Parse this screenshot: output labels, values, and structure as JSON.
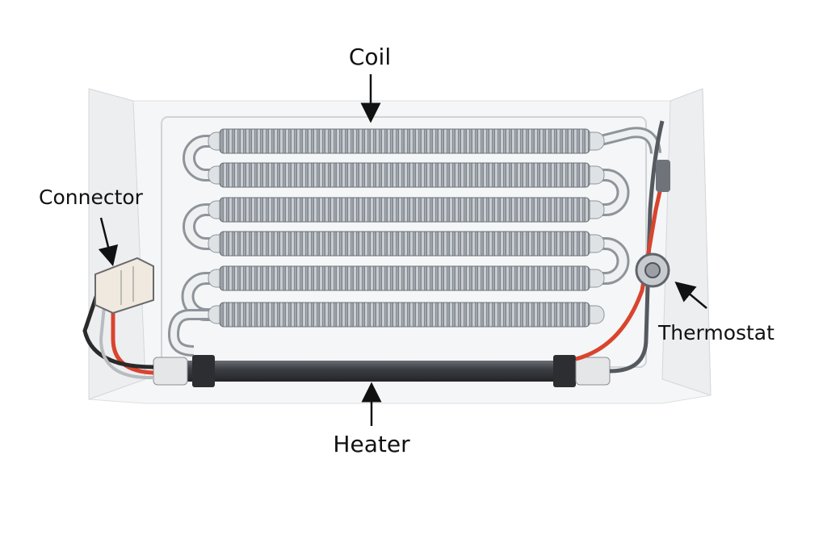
{
  "labels": {
    "coil": "Coil",
    "connector": "Connector",
    "thermostat": "Thermostat",
    "heater": "Heater"
  },
  "colors": {
    "wire_red": "#d9442e",
    "wire_black": "#2a2a2a",
    "heater_tube": "#4a4d52",
    "coil_fin": "#8f959c",
    "tray": "#f3f4f5"
  }
}
